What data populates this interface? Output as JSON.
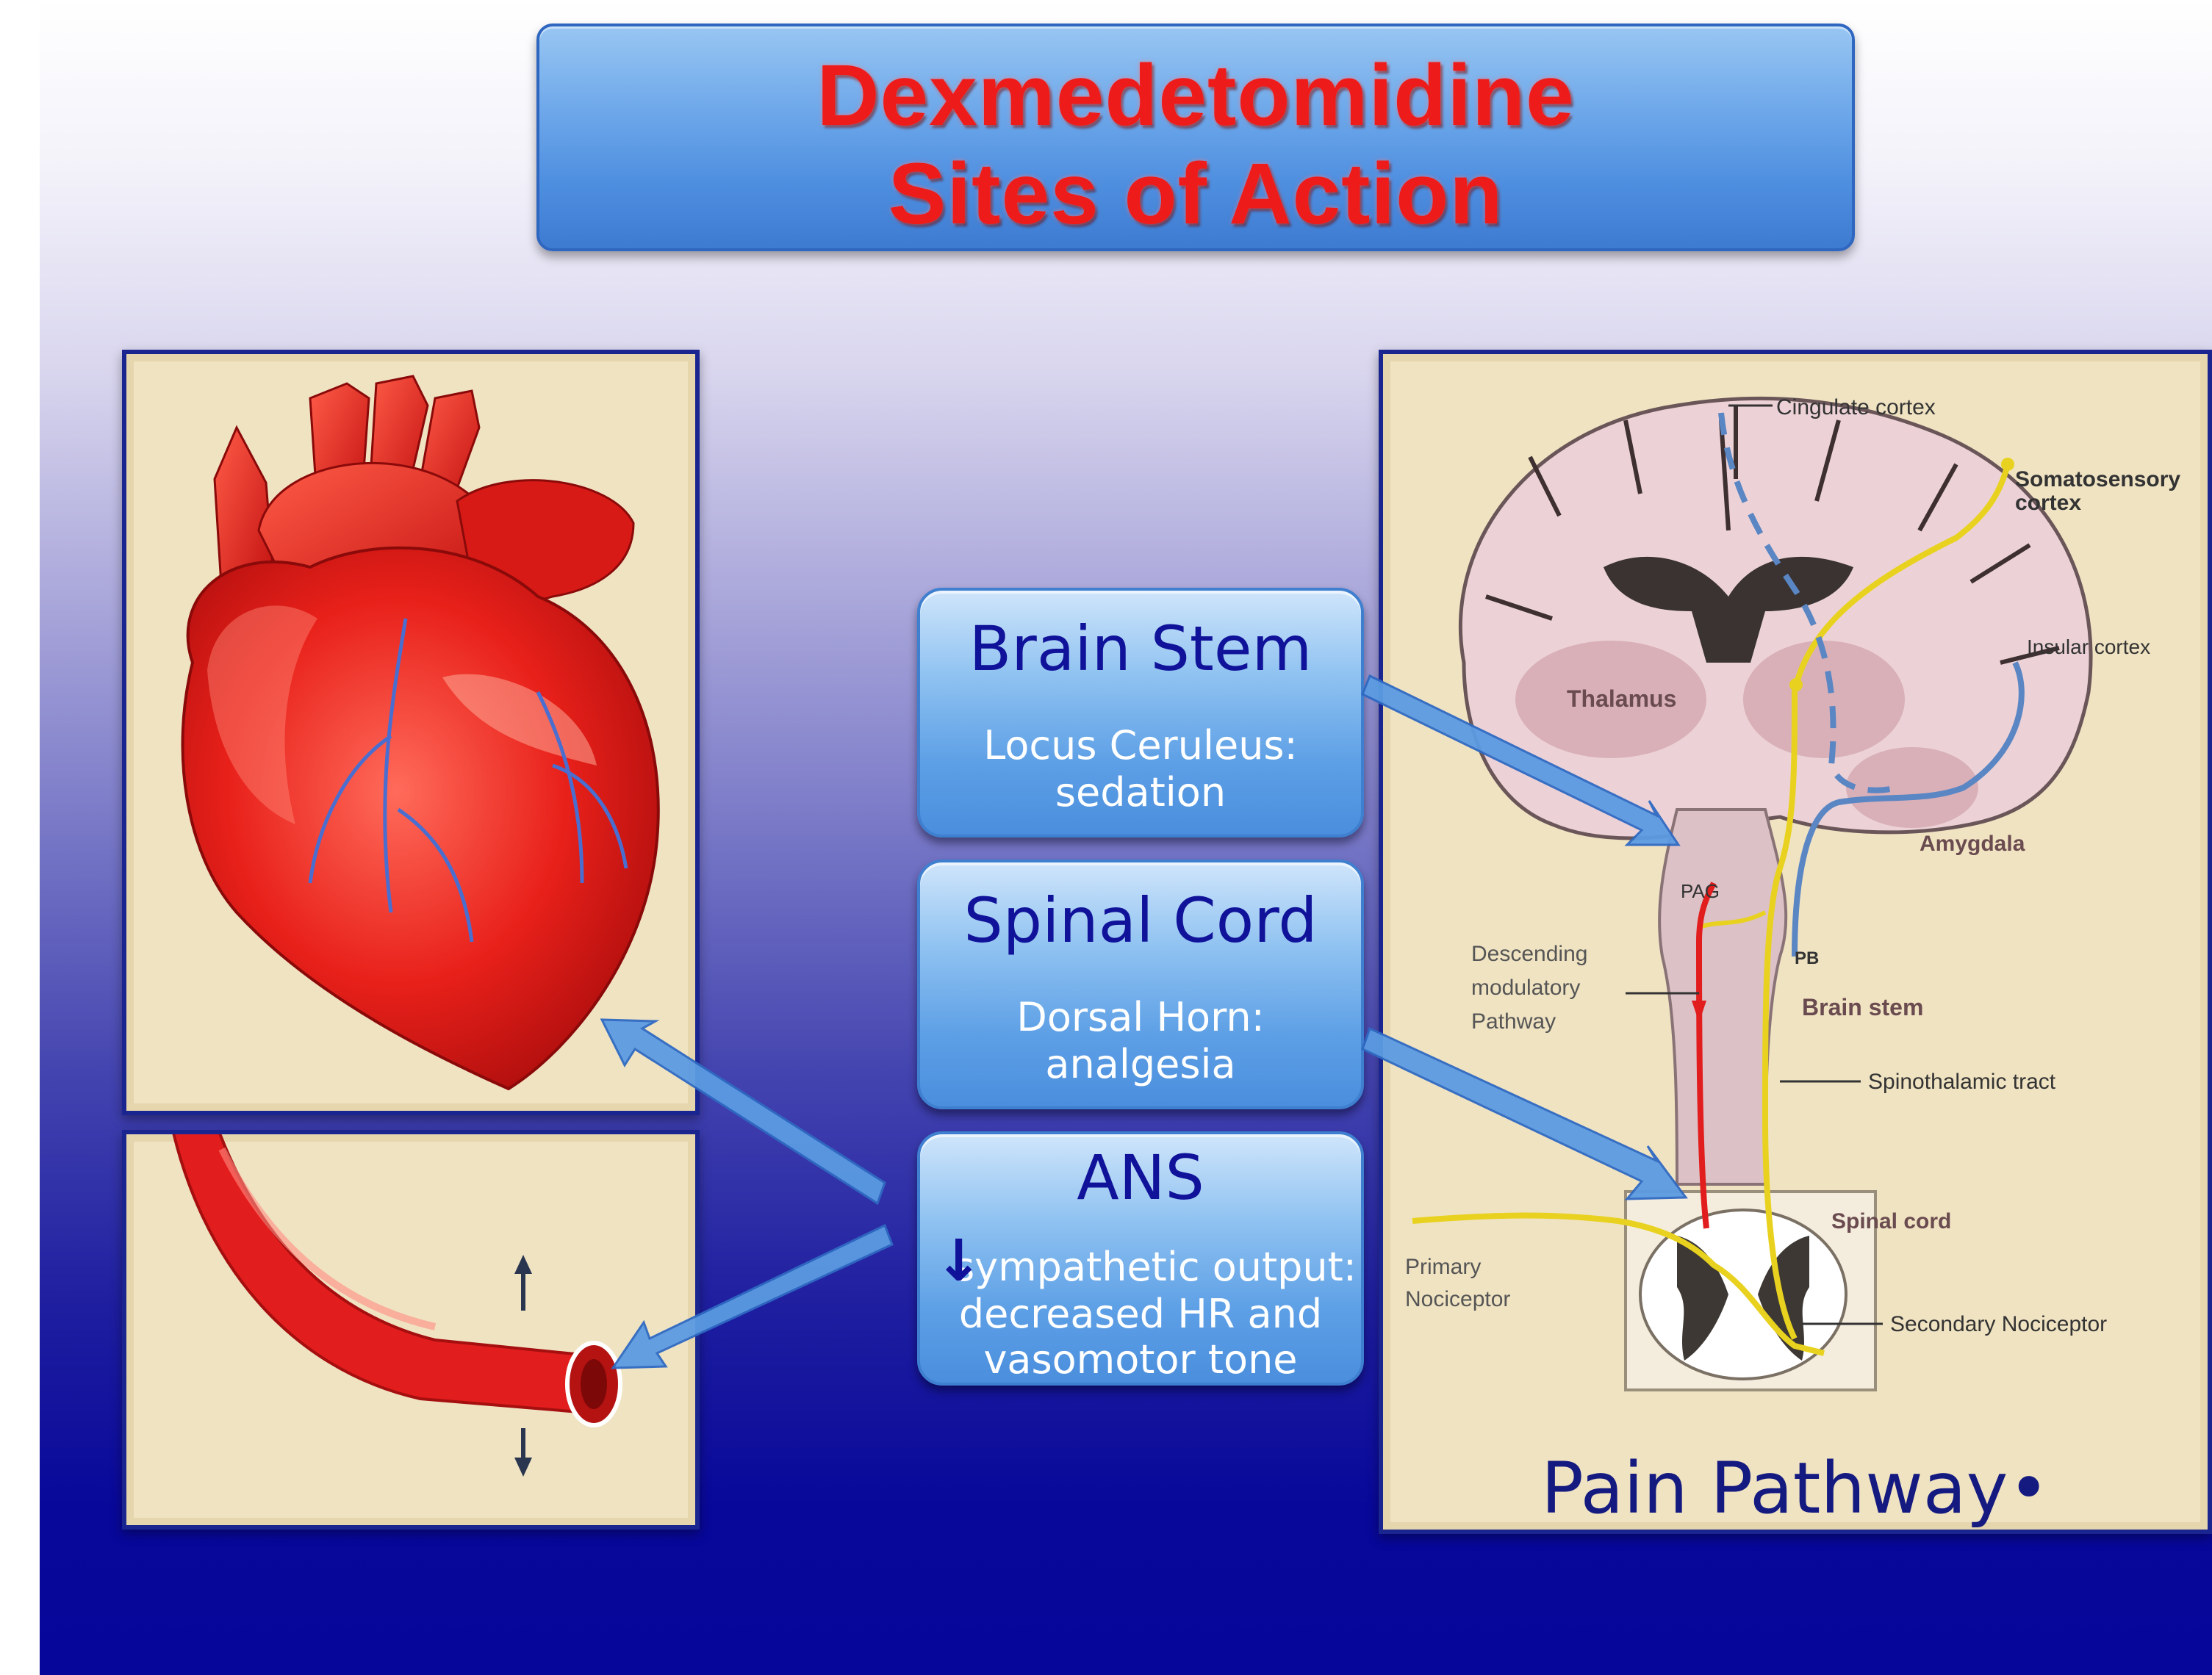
{
  "title": {
    "line1": "Dexmedetomidine",
    "line2": "Sites of Action"
  },
  "tiles": [
    {
      "heading": "Brain Stem",
      "body": [
        "Locus Ceruleus:",
        "sedation"
      ]
    },
    {
      "heading": "Spinal Cord",
      "body": [
        "Dorsal Horn:",
        "analgesia"
      ]
    },
    {
      "heading": "ANS",
      "body_arrow": "↓",
      "body": [
        "sympathetic output:",
        "decreased HR and",
        "vasomotor tone"
      ]
    }
  ],
  "pain_panel": {
    "title": "Pain Pathway•",
    "labels": {
      "cingulate": "Cingulate cortex",
      "somato1": "Somatosensory",
      "somato2": "cortex",
      "insular": "Insular cortex",
      "thalamus": "Thalamus",
      "amygdala": "Amygdala",
      "pag": "PAG",
      "pb": "PB",
      "brainstem": "Brain stem",
      "descending1": "Descending",
      "descending2": "modulatory",
      "descending3": "Pathway",
      "spinothalamic": "Spinothalamic tract",
      "spinalcord": "Spinal cord",
      "primary1": "Primary",
      "primary2": "Nociceptor",
      "secondary": "Secondary Nociceptor"
    }
  },
  "colors": {
    "title_red": "#ee1b1b",
    "tile_heading": "#10139a",
    "panel_border": "#1b2590",
    "panel_bg": "#f0e3c2",
    "pathway_yellow": "#e8d21f",
    "pathway_red": "#e21d1d",
    "pathway_blue": "#5a86c4"
  }
}
